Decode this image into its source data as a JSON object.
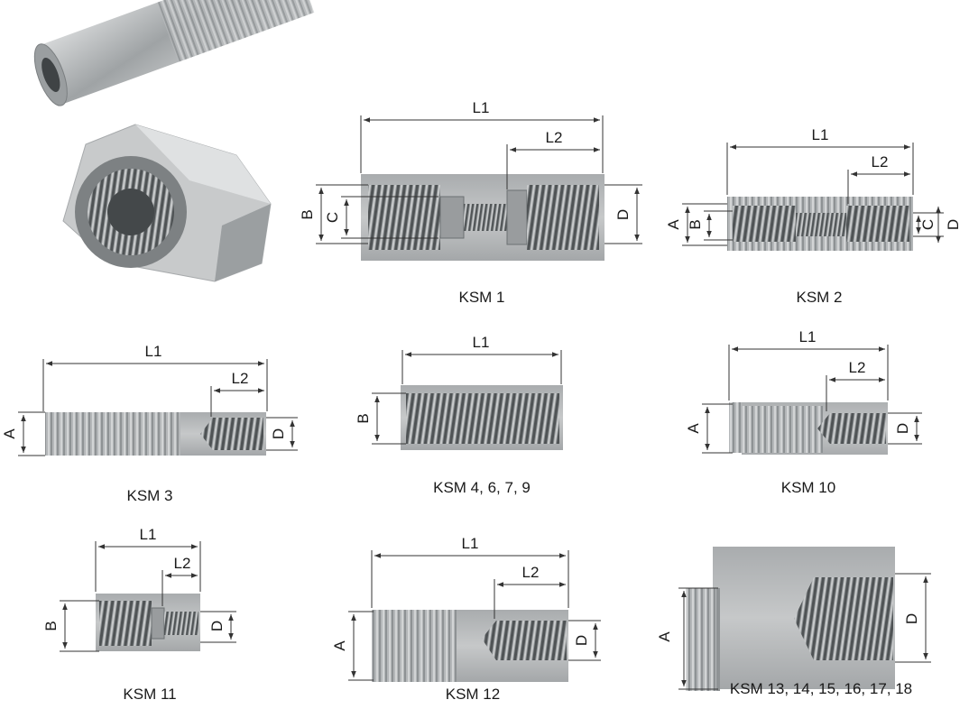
{
  "captions": {
    "ksm1": "KSM 1",
    "ksm2": "KSM 2",
    "ksm3": "KSM 3",
    "ksm4": "KSM 4, 6, 7, 9",
    "ksm10": "KSM 10",
    "ksm11": "KSM 11",
    "ksm12": "KSM 12",
    "ksm13": "KSM 13, 14, 15, 16, 17, 18"
  },
  "dims": {
    "L1": "L1",
    "L2": "L2",
    "A": "A",
    "B": "B",
    "C": "C",
    "D": "D"
  },
  "colors": {
    "steel": "#b9bcbe",
    "thread_dark": "#5e6264",
    "thread_light": "#d4d6d7",
    "line": "#333333"
  }
}
